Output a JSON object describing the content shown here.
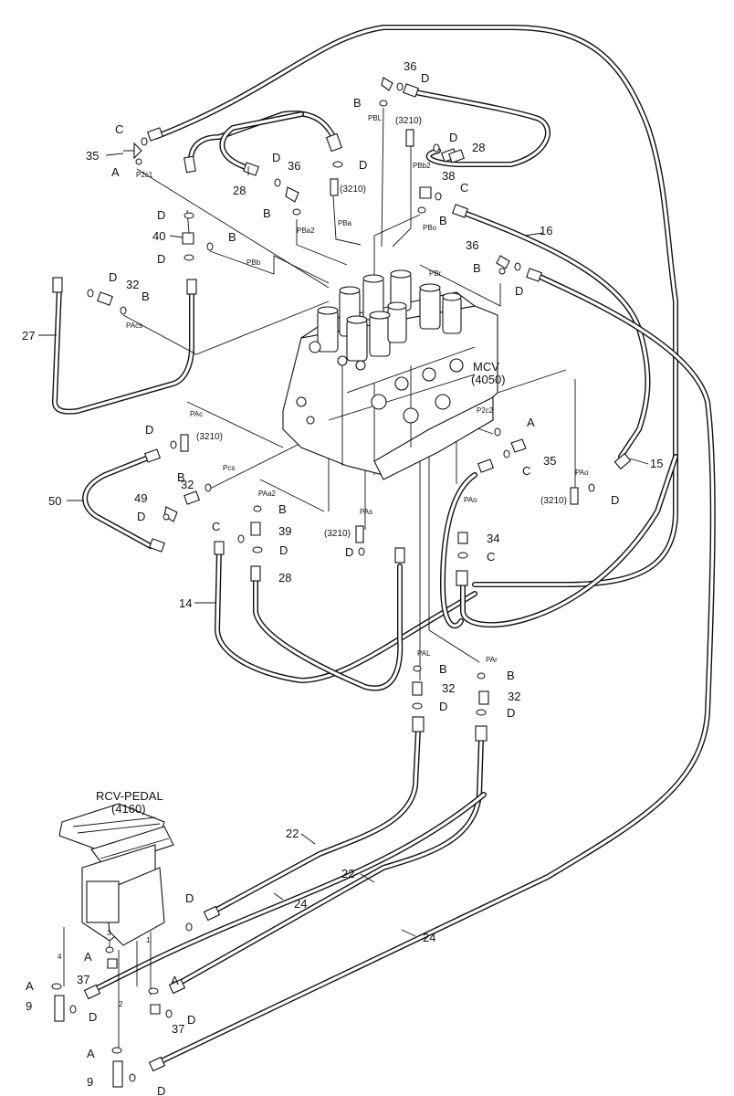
{
  "components": {
    "mcv_name": "MCV",
    "mcv_code": "(4050)",
    "pedal_name": "RCV-PEDAL",
    "pedal_code": "(4160)"
  },
  "part_numbers": {
    "p9": "9",
    "p14": "14",
    "p15": "15",
    "p16": "16",
    "p22": "22",
    "p24": "24",
    "p27": "27",
    "p28": "28",
    "p32": "32",
    "p34": "34",
    "p35": "35",
    "p36": "36",
    "p37": "37",
    "p38": "38",
    "p39": "39",
    "p40": "40",
    "p49": "49",
    "p50": "50"
  },
  "letters": {
    "a": "A",
    "b": "B",
    "c": "C",
    "d": "D"
  },
  "tee_ref": "(3210)",
  "ports": {
    "p2c1": "P2c1",
    "pba2": "PBa2",
    "pbb": "PBb",
    "pacs": "PAcs",
    "pbl": "PBL",
    "pb2": "PBb2",
    "pba": "PBa",
    "pbo": "PBo",
    "pbr": "PBr",
    "pac": "PAc",
    "pcs": "Pcs",
    "paa2": "PAa2",
    "pas": "PAs",
    "p2c2": "P2c2",
    "pao": "PAo",
    "pao2": "PAo",
    "pal": "PAL",
    "par": "PAr"
  },
  "pedal_ports": {
    "one": "1",
    "two": "2",
    "three": "3",
    "four": "4"
  }
}
